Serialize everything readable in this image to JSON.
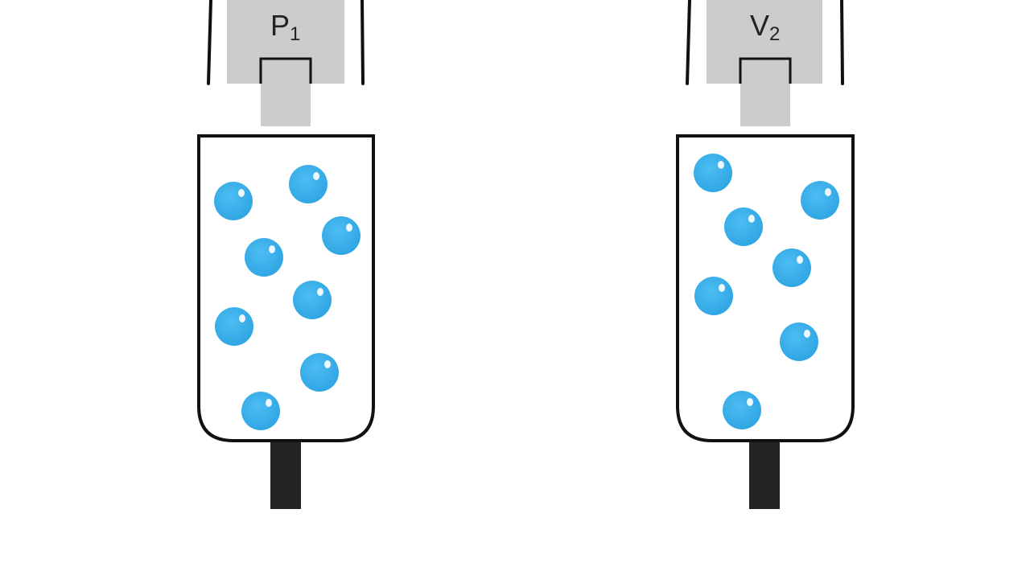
{
  "colors": {
    "background": "#ffffff",
    "outline": "#111111",
    "piston_fill": "#cccccc",
    "particle": "#3aaee8",
    "particle_highlight": "#ffffff",
    "stem": "#232323"
  },
  "left_apparatus": {
    "label_main": "P",
    "label_sub": "1",
    "particle_count": 8
  },
  "right_apparatus": {
    "label_main": "V",
    "label_sub": "2",
    "particle_count": 7
  }
}
